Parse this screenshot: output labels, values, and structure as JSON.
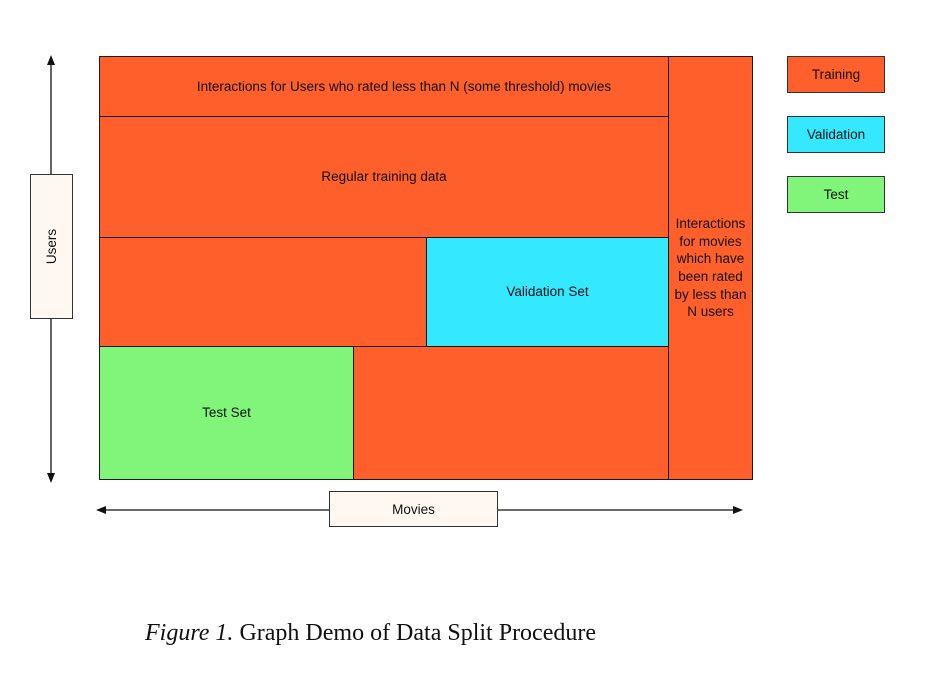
{
  "colors": {
    "training": "#FF5F2A",
    "validation": "#33E8FF",
    "test": "#80F57A"
  },
  "regions": {
    "low_user_interactions": "Interactions for Users who rated less than N (some threshold) movies",
    "regular_training": "Regular training data",
    "validation_set": "Validation Set",
    "test_set": "Test Set",
    "low_movie_interactions": "Interactions for movies which have been rated by less than N users"
  },
  "axes": {
    "y_label": "Users",
    "x_label": "Movies"
  },
  "legend": [
    {
      "label": "Training",
      "color": "#FF5F2A"
    },
    {
      "label": "Validation",
      "color": "#33E8FF"
    },
    {
      "label": "Test",
      "color": "#80F57A"
    }
  ],
  "caption": {
    "figure_label": "Figure 1.",
    "text": "Graph Demo of Data Split Procedure"
  }
}
